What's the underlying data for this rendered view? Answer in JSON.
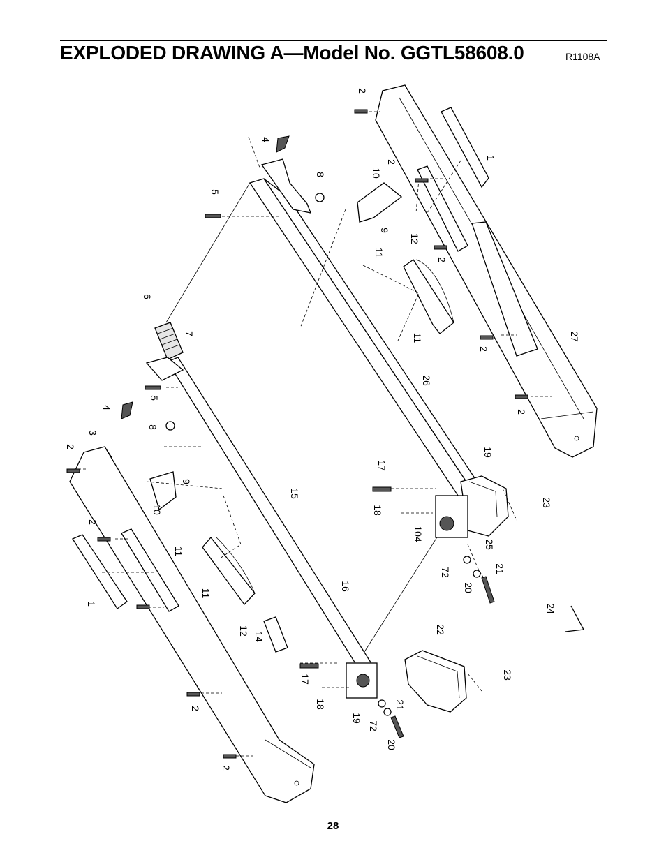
{
  "header": {
    "title": "EXPLODED DRAWING A—Model No. GGTL58608.0",
    "drawing_code": "R1108A"
  },
  "footer": {
    "page_number": "28"
  },
  "callouts": [
    "2",
    "4",
    "8",
    "10",
    "9",
    "1",
    "2",
    "5",
    "12",
    "11",
    "2",
    "11",
    "6",
    "7",
    "27",
    "2",
    "26",
    "5",
    "4",
    "8",
    "2",
    "3",
    "2",
    "9",
    "10",
    "15",
    "17",
    "19",
    "18",
    "104",
    "23",
    "25",
    "72",
    "21",
    "20",
    "1",
    "11",
    "16",
    "2",
    "11",
    "12",
    "14",
    "24",
    "22",
    "17",
    "23",
    "18",
    "21",
    "19",
    "72",
    "20",
    "2",
    "2"
  ]
}
